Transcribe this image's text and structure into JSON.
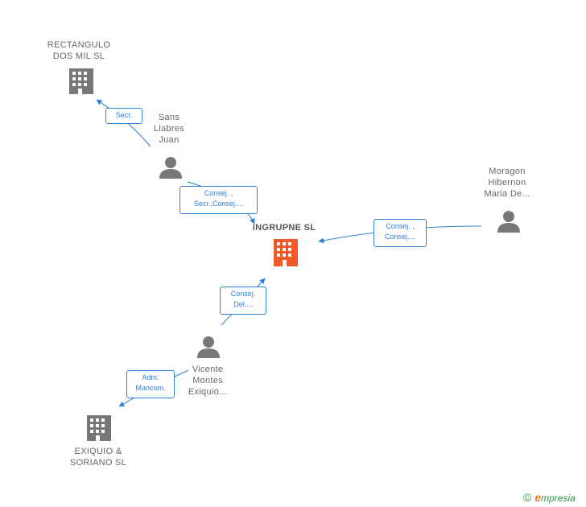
{
  "nodes": {
    "rectangulo": {
      "lines": [
        "RECTANGULO",
        "DOS MIL SL"
      ],
      "type": "company",
      "icon": "building-icon"
    },
    "sans": {
      "lines": [
        "Sans",
        "Llabres",
        "Juan"
      ],
      "type": "person",
      "icon": "person-icon"
    },
    "ingrupne": {
      "lines": [
        "INGRUPNE SL"
      ],
      "type": "company-main",
      "icon": "building-icon"
    },
    "moragon": {
      "lines": [
        "Moragon",
        "Hibernon",
        "Maria De..."
      ],
      "type": "person",
      "icon": "person-icon"
    },
    "vicente": {
      "lines": [
        "Vicente",
        "Montes",
        "Exiquio..."
      ],
      "type": "person",
      "icon": "person-icon"
    },
    "exiquio": {
      "lines": [
        "EXIQUIO &",
        "SORIANO SL"
      ],
      "type": "company",
      "icon": "building-icon"
    }
  },
  "edges": {
    "sans_rectangulo": {
      "lines": [
        "Secr."
      ]
    },
    "sans_ingrupne": {
      "lines": [
        "Consej. ,",
        "Secr.,Consej...."
      ]
    },
    "moragon_ingrupne": {
      "lines": [
        "Consej. ,",
        "Consej...."
      ]
    },
    "vicente_ingrupne": {
      "lines": [
        "Consej.",
        "Del...."
      ]
    },
    "vicente_exiquio": {
      "lines": [
        "Adm.",
        "Mancom."
      ]
    }
  },
  "footer": {
    "copyright_symbol": "©",
    "brand_initial": "e",
    "brand_rest": "mpresia"
  },
  "colors": {
    "edge": "#2f7fd6",
    "node_icon": "#777777",
    "main_icon": "#f05a28",
    "label": "#666666",
    "brand_green": "#2a9a3a",
    "brand_orange": "#f07820"
  }
}
